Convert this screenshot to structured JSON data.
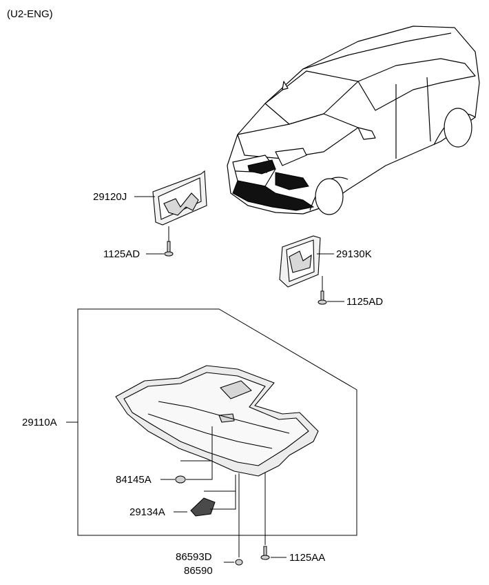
{
  "header": {
    "engine_code": "(U2-ENG)"
  },
  "parts": {
    "p29120j": "29120J",
    "p1125ad_a": "1125AD",
    "p29130k": "29130K",
    "p1125ad_b": "1125AD",
    "p29110a": "29110A",
    "p84145a": "84145A",
    "p29134a": "29134A",
    "p86593d": "86593D",
    "p86590": "86590",
    "p1125aa": "1125AA"
  },
  "colors": {
    "line": "#000000",
    "part_fill": "#f2f2f2",
    "part_shadow": "#c8c8c8",
    "dark_part": "#111111"
  }
}
